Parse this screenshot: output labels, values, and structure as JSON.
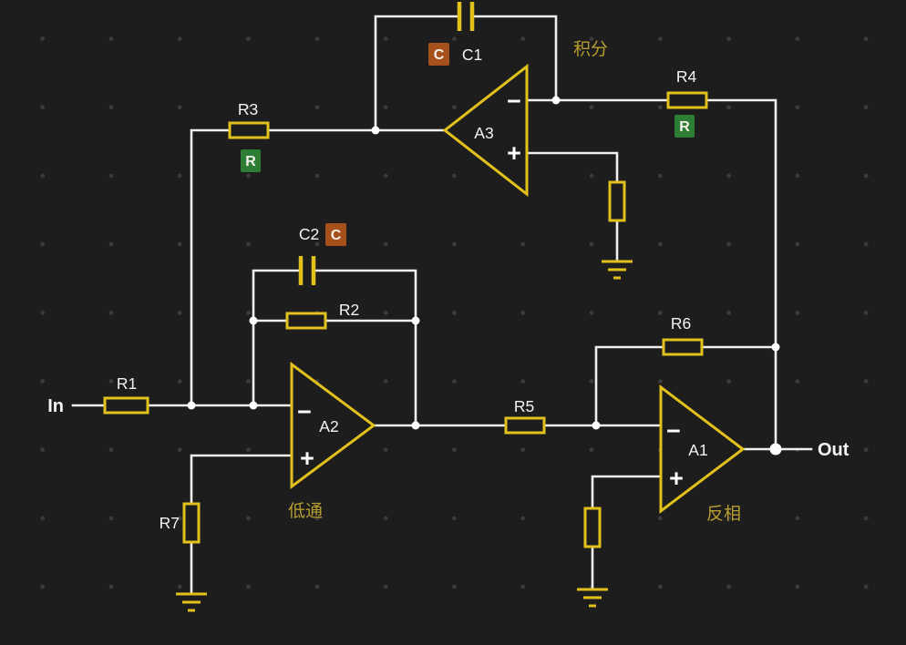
{
  "theme": {
    "background": "#1d1d1d",
    "grid_dot": "#3c3c3c",
    "wire_color": "#f0f0ee",
    "component_color": "#e2c11c",
    "junction_color": "#ffffff",
    "label_color": "#f4f4f2",
    "annotation_color": "#b79e2f",
    "badge_c_color": "#a6511b",
    "badge_r_color": "#2d7d35",
    "badge_text_color": "#f5f0e8"
  },
  "ports": {
    "input": "In",
    "output": "Out"
  },
  "opamps": {
    "a1": {
      "name": "A1",
      "inverting": "−",
      "noninverting": "+",
      "annotation": "反相"
    },
    "a2": {
      "name": "A2",
      "inverting": "−",
      "noninverting": "+",
      "annotation": "低通"
    },
    "a3": {
      "name": "A3",
      "inverting": "−",
      "noninverting": "+",
      "annotation": "积分"
    }
  },
  "resistors": {
    "r1": "R1",
    "r2": "R2",
    "r3": "R3",
    "r4": "R4",
    "r5": "R5",
    "r6": "R6",
    "r7": "R7"
  },
  "capacitors": {
    "c1": "C1",
    "c2": "C2"
  },
  "badges": {
    "capacitor": "C",
    "resistor": "R"
  }
}
